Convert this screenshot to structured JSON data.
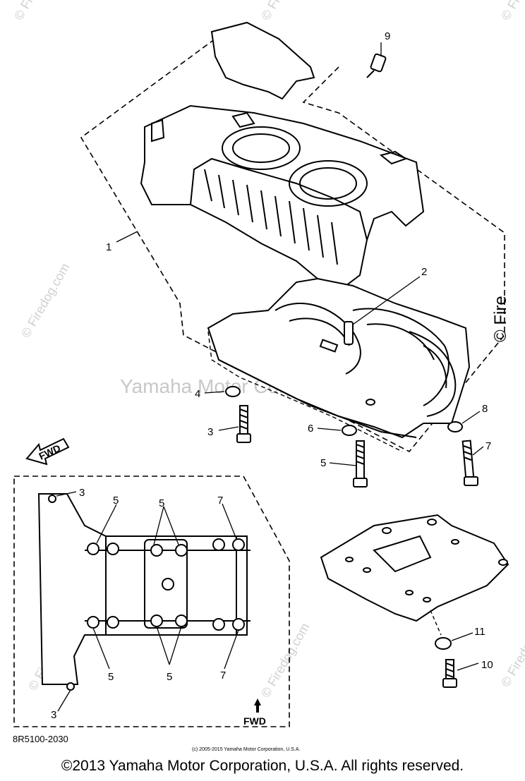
{
  "diagram": {
    "part_code": "8R5100-2030",
    "small_copyright": "(c) 2005-2015 Yamaha Motor Corporation, U.S.A.",
    "watermark_center": "Yamaha Motor Corp., U.S.A.",
    "watermark_side": "© Firedog.com",
    "fire_right": "© Fire",
    "fwd_arrow_label": "FWD",
    "fwd_inset_label": "FWD",
    "callouts": {
      "c1": "1",
      "c2": "2",
      "c3a": "3",
      "c4": "4",
      "c5a": "5",
      "c6": "6",
      "c7a": "7",
      "c8": "8",
      "c9": "9",
      "c10": "10",
      "c11": "11",
      "i3top": "3",
      "i5a": "5",
      "i5b": "5",
      "i7top": "7",
      "i5c": "5",
      "i5d": "5",
      "i7bot": "7",
      "i3bot": "3"
    }
  },
  "footer": {
    "copyright": "©2013 Yamaha Motor Corporation, U.S.A. All rights reserved."
  }
}
